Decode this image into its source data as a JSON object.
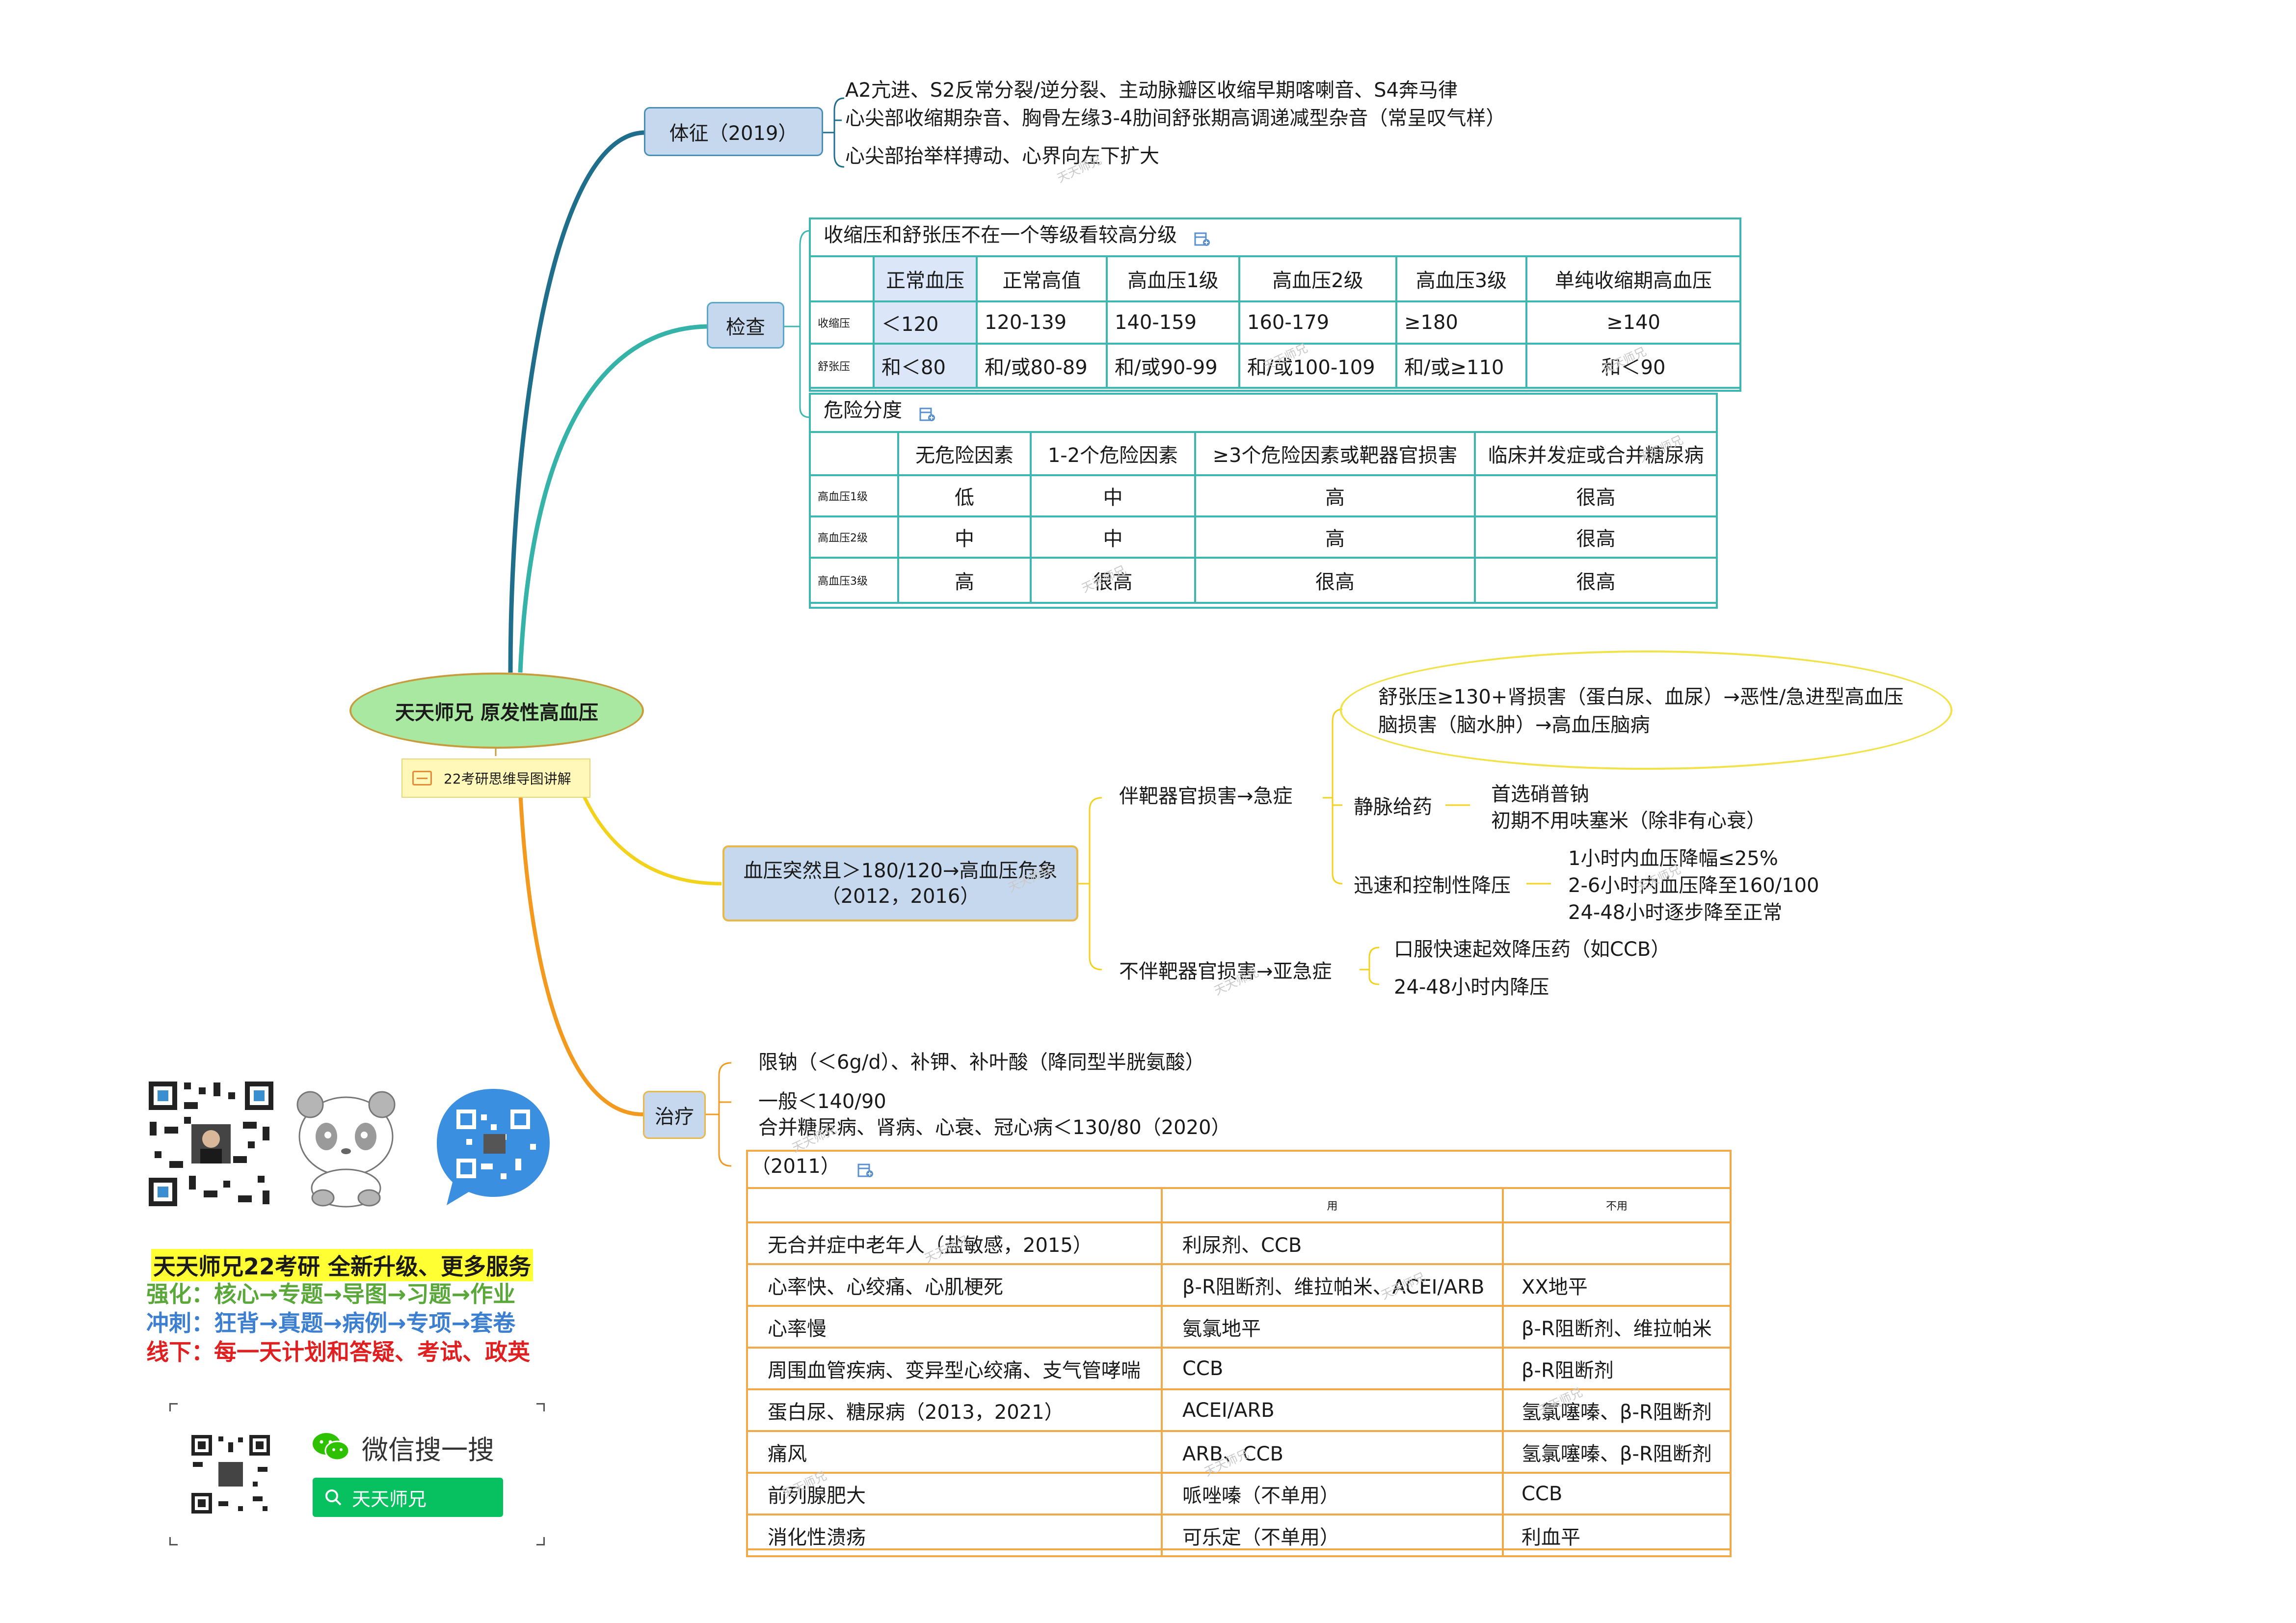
{
  "center": {
    "title": "天天师兄 原发性高血压",
    "note": "22考研思维导图讲解"
  },
  "branches": {
    "signs": {
      "label": "体征（2019）",
      "items": [
        "A2亢进、S2反常分裂/逆分裂、主动脉瓣区收缩早期喀喇音、S4奔马律",
        "心尖部收缩期杂音、胸骨左缘3-4肋间舒张期高调递减型杂音（常呈叹气样）",
        "心尖部抬举样搏动、心界向左下扩大"
      ]
    },
    "exam": {
      "label": "检查",
      "grade_table": {
        "caption": "收缩压和舒张压不在一个等级看较高分级",
        "headers": [
          "",
          "正常血压",
          "正常高值",
          "高血压1级",
          "高血压2级",
          "高血压3级",
          "单纯收缩期高血压"
        ],
        "rows": [
          [
            "收缩压",
            "＜120",
            "120-139",
            "140-159",
            "160-179",
            "≥180",
            "≥140"
          ],
          [
            "舒张压",
            "和＜80",
            "和/或80-89",
            "和/或90-99",
            "和/或100-109",
            "和/或≥110",
            "和＜90"
          ]
        ]
      },
      "risk_table": {
        "caption": "危险分度",
        "headers": [
          "",
          "无危险因素",
          "1-2个危险因素",
          "≥3个危险因素或靶器官损害",
          "临床并发症或合并糖尿病"
        ],
        "rows": [
          [
            "高血压1级",
            "低",
            "中",
            "高",
            "很高"
          ],
          [
            "高血压2级",
            "中",
            "中",
            "高",
            "很高"
          ],
          [
            "高血压3级",
            "高",
            "很高",
            "很高",
            "很高"
          ]
        ]
      }
    },
    "crisis": {
      "label_line1": "血压突然且＞180/120→高血压危象",
      "label_line2": "（2012，2016）",
      "emergency": {
        "label": "伴靶器官损害→急症",
        "ellipse": [
          "舒张压≥130+肾损害（蛋白尿、血尿）→恶性/急进型高血压",
          "脑损害（脑水肿）→高血压脑病"
        ],
        "iv": {
          "label": "静脉给药",
          "items": [
            "首选硝普钠",
            "初期不用呋塞米（除非有心衰）"
          ]
        },
        "control": {
          "label": "迅速和控制性降压",
          "items": [
            "1小时内血压降幅≤25%",
            "2-6小时内血压降至160/100",
            "24-48小时逐步降至正常"
          ]
        }
      },
      "urgency": {
        "label": "不伴靶器官损害→亚急症",
        "items": [
          "口服快速起效降压药（如CCB）",
          "24-48小时内降压"
        ]
      }
    },
    "treatment": {
      "label": "治疗",
      "items": [
        "限钠（＜6g/d）、补钾、补叶酸（降同型半胱氨酸）",
        "一般＜140/90",
        "合并糖尿病、肾病、心衰、冠心病＜130/80（2020）"
      ],
      "drug_table": {
        "caption": "（2011）",
        "headers": [
          "",
          "用",
          "不用"
        ],
        "rows": [
          [
            "无合并症中老年人（盐敏感，2015）",
            "利尿剂、CCB",
            ""
          ],
          [
            "心率快、心绞痛、心肌梗死",
            "β-R阻断剂、维拉帕米、ACEI/ARB",
            "XX地平"
          ],
          [
            "心率慢",
            "氨氯地平",
            "β-R阻断剂、维拉帕米"
          ],
          [
            "周围血管疾病、变异型心绞痛、支气管哮喘",
            "CCB",
            "β-R阻断剂"
          ],
          [
            "蛋白尿、糖尿病（2013，2021）",
            "ACEI/ARB",
            "氢氯噻嗪、β-R阻断剂"
          ],
          [
            "痛风",
            "ARB、CCB",
            "氢氯噻嗪、β-R阻断剂"
          ],
          [
            "前列腺肥大",
            "哌唑嗪（不单用）",
            "CCB"
          ],
          [
            "消化性溃疡",
            "可乐定（不单用）",
            "利血平"
          ]
        ]
      }
    }
  },
  "promo": {
    "line1": "天天师兄22考研  全新升级、更多服务",
    "line2": "强化：核心→专题→导图→习题→作业",
    "line3": "冲刺：狂背→真题→病例→专项→套卷",
    "line4": "线下：每一天计划和答疑、考试、政英",
    "wechat_label": "微信搜一搜",
    "search_text": "天天师兄"
  },
  "watermark": "天天师兄",
  "colors": {
    "signs_line": "#1f6e8c",
    "exam_line": "#36b3a8",
    "crisis_line": "#f2d21b",
    "treat_line": "#f39a1e",
    "teal_border": "#3fb6b0",
    "orange_border": "#f0a94b",
    "center_fill": "#a9e8a0",
    "center_border": "#c89b3c",
    "promo_yellow": "#ffff33",
    "promo_green": "#5aa83a",
    "promo_blue": "#3c7fd0",
    "promo_red": "#e02020"
  }
}
